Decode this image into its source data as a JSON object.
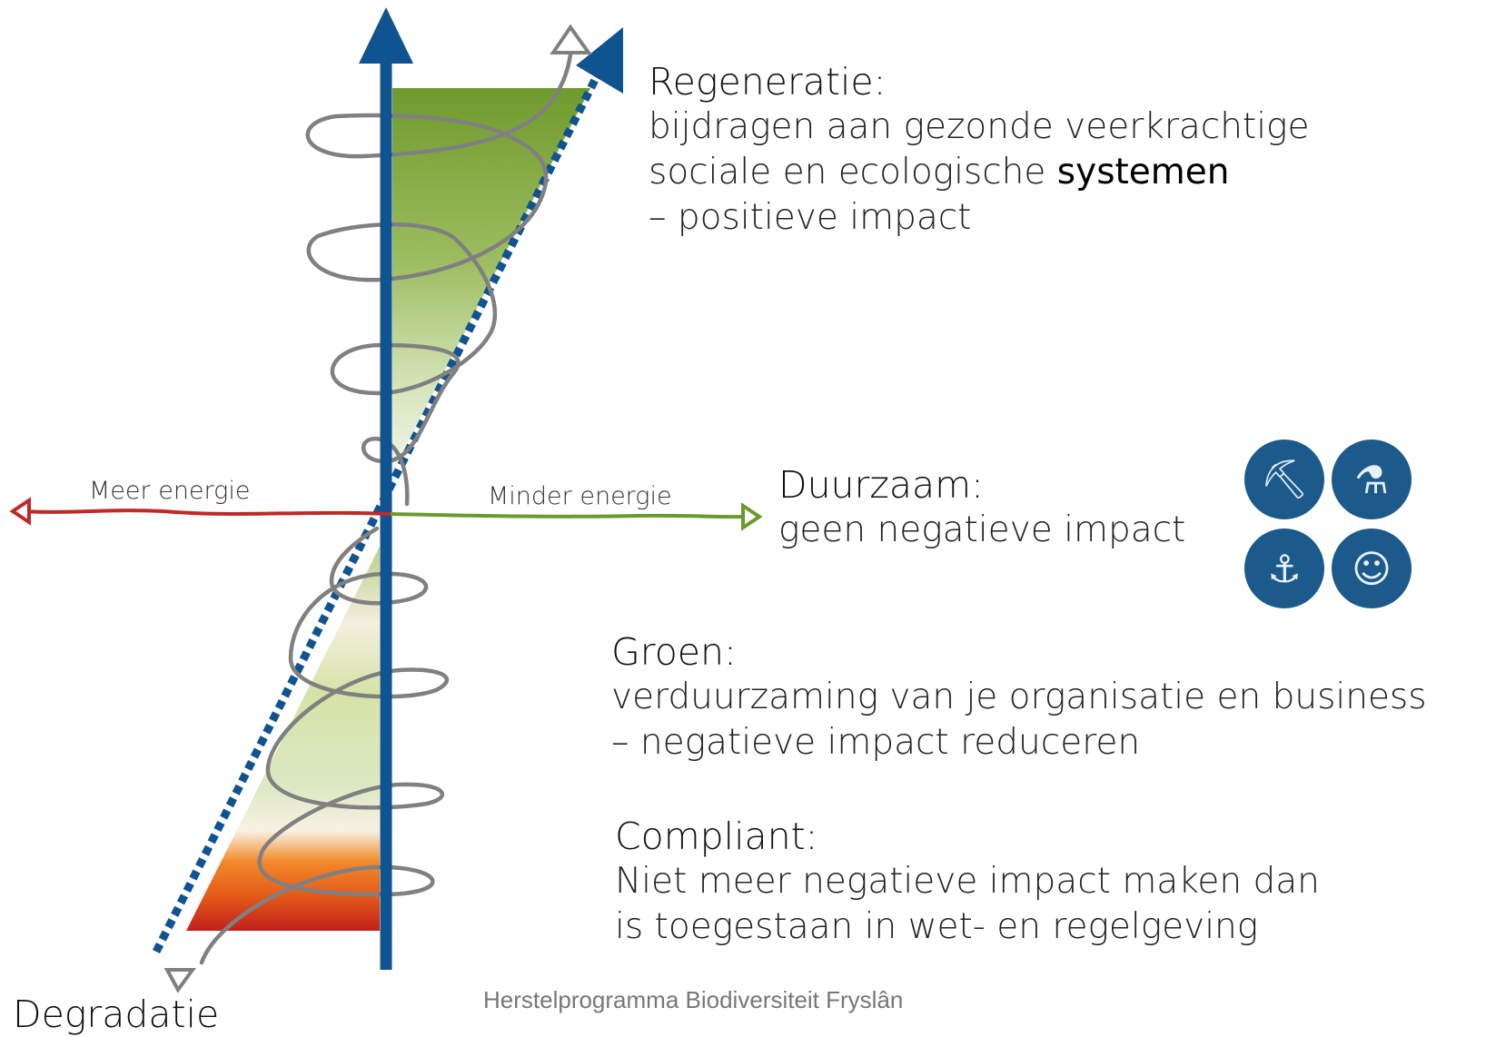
{
  "regeneratie": {
    "title": "Regeneratie:",
    "line1": "bijdragen aan gezonde veerkrachtige",
    "line2_prefix": "sociale en ecologische ",
    "line2_strong": "systemen",
    "line3": "– positieve impact"
  },
  "duurzaam": {
    "title": "Duurzaam:",
    "line1": "geen negatieve impact"
  },
  "groen": {
    "title": "Groen",
    "colon": ":",
    "line1": "verduurzaming van je organisatie en business",
    "line2": "– negatieve impact reduceren"
  },
  "compliant": {
    "title": "Compliant:",
    "line1": "Niet meer negatieve impact maken dan",
    "line2": "is toegestaan in wet- en regelgeving"
  },
  "axis": {
    "left_label": "Meer energie",
    "right_label": "Minder energie"
  },
  "degradatie": "Degradatie",
  "credit": "Herstelprogramma Biodiversiteit Fryslân",
  "icons": [
    {
      "name": "excavator-icon",
      "glyph": "⛏"
    },
    {
      "name": "lab-flask-icon",
      "glyph": "⚗"
    },
    {
      "name": "boat-icon",
      "glyph": "⚓"
    },
    {
      "name": "people-icon",
      "glyph": "☺"
    }
  ],
  "colors": {
    "axis_blue": "#0f5391",
    "green_top": "#6f9a2c",
    "red_bottom": "#c0211a",
    "meer_energie_arrow": "#c0282a",
    "minder_energie_arrow": "#6a9a2e",
    "spiral_gray": "#808080",
    "icon_blue": "#1d5a8c"
  }
}
